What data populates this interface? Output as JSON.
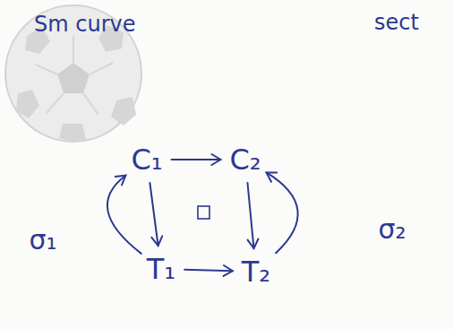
{
  "diagram": {
    "nodes": [
      {
        "text": [
          "C₁"
        ]
      },
      {
        "text": [
          "C₂"
        ]
      },
      {
        "text": [
          "T₁"
        ]
      },
      {
        "text": [
          "T₂"
        ]
      }
    ],
    "edges": [
      {
        "from": 0,
        "to": 1,
        "arrow": "to"
      },
      {
        "from": 0,
        "to": 2,
        "arrow": "to"
      },
      {
        "from": 1,
        "to": 3,
        "arrow": "to"
      },
      {
        "from": 2,
        "to": 3,
        "arrow": "to"
      },
      {
        "from": 2,
        "to": 0,
        "arrow": "to",
        "label": "σ₁"
      },
      {
        "from": 3,
        "to": 1,
        "arrow": "to",
        "label": "σ₂"
      }
    ],
    "labels": [
      "Sm curve",
      "sect",
      "□"
    ]
  }
}
